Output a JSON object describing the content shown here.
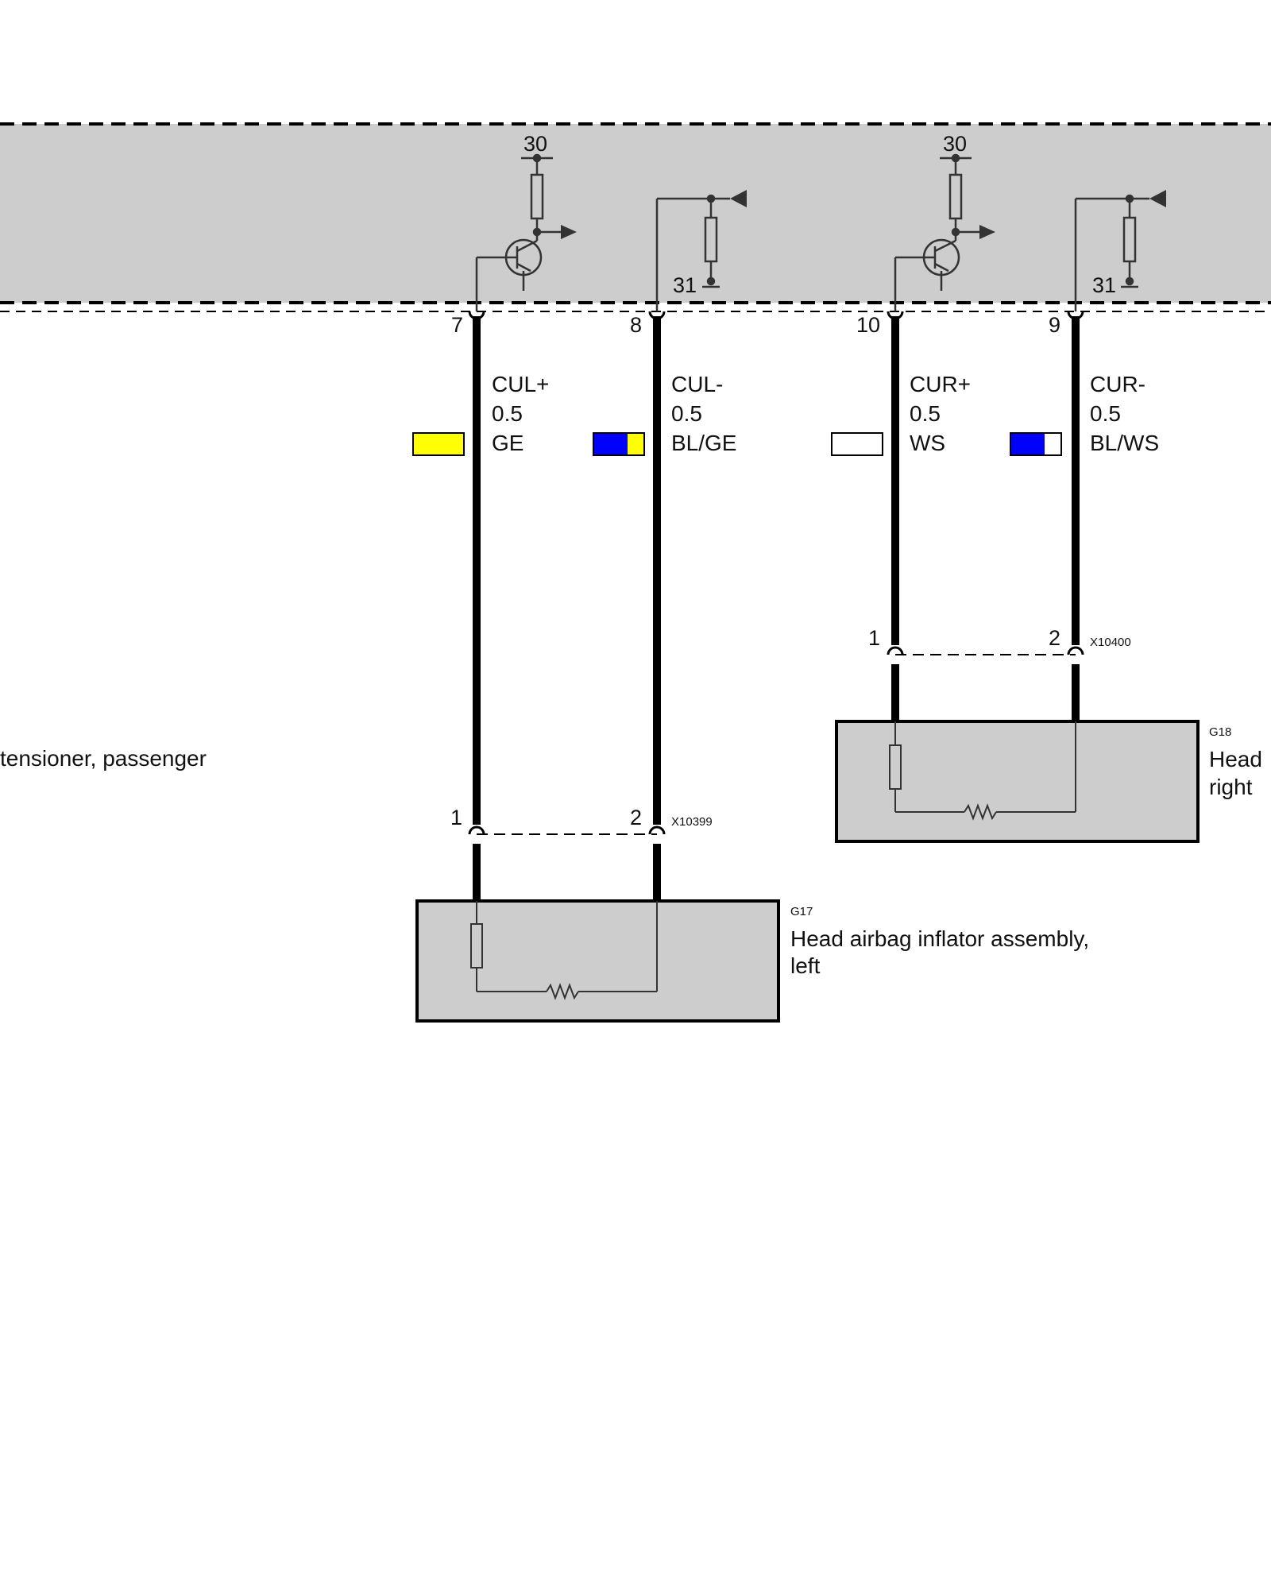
{
  "colors": {
    "module_fill": "#cdcdcd",
    "wire": "#000000",
    "swatch_yellow": "#ffff00",
    "swatch_blue": "#0000ff",
    "swatch_white": "#ffffff"
  },
  "module": {
    "supply_left": "30",
    "ground_left": "31",
    "supply_right": "30",
    "ground_right": "31"
  },
  "wires": [
    {
      "pin_module": "7",
      "signal": "CUL+",
      "size": "0.5",
      "color_code": "GE",
      "swatch": "yellow",
      "pin_device": "1"
    },
    {
      "pin_module": "8",
      "signal": "CUL-",
      "size": "0.5",
      "color_code": "BL/GE",
      "swatch": "blue/yellow",
      "pin_device": "2"
    },
    {
      "pin_module": "10",
      "signal": "CUR+",
      "size": "0.5",
      "color_code": "WS",
      "swatch": "white",
      "pin_device": "1"
    },
    {
      "pin_module": "9",
      "signal": "CUR-",
      "size": "0.5",
      "color_code": "BL/WS",
      "swatch": "blue/white",
      "pin_device": "2"
    }
  ],
  "connectors": {
    "left": "X10399",
    "right": "X10400"
  },
  "components": {
    "left": {
      "id": "G17",
      "line1": "Head airbag inflator assembly,",
      "line2": "left"
    },
    "right": {
      "id": "G18",
      "line1": "Head",
      "line2": "right"
    },
    "offpage": {
      "text": "tensioner, passenger"
    }
  }
}
